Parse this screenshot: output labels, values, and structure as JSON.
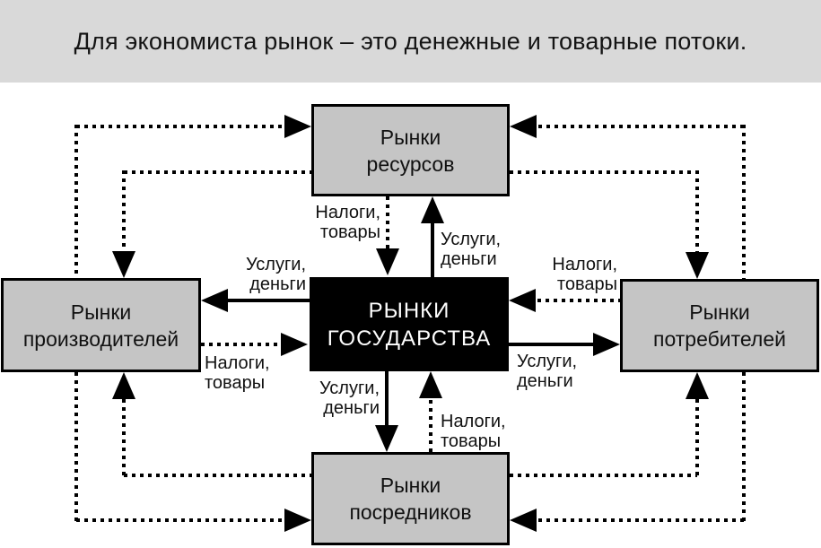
{
  "title": "Для экономиста рынок – это денежные и товарные потоки.",
  "nodes": {
    "center": {
      "line1": "РЫНКИ",
      "line2": "ГОСУДАРСТВА"
    },
    "top": {
      "line1": "Рынки",
      "line2": "ресурсов"
    },
    "left": {
      "line1": "Рынки",
      "line2": "производителей"
    },
    "right": {
      "line1": "Рынки",
      "line2": "потребителей"
    },
    "bottom": {
      "line1": "Рынки",
      "line2": "посредников"
    }
  },
  "flow_labels": {
    "services": {
      "line1": "Услуги,",
      "line2": "деньги"
    },
    "taxes": {
      "line1": "Налоги,",
      "line2": "товары"
    }
  },
  "edges": [
    {
      "from": "center",
      "to": "top",
      "style": "solid",
      "label": "Услуги, деньги"
    },
    {
      "from": "center",
      "to": "bottom",
      "style": "solid",
      "label": "Услуги, деньги"
    },
    {
      "from": "center",
      "to": "left",
      "style": "solid",
      "label": "Услуги, деньги"
    },
    {
      "from": "center",
      "to": "right",
      "style": "solid",
      "label": "Услуги, деньги"
    },
    {
      "from": "top",
      "to": "center",
      "style": "dotted",
      "label": "Налоги, товары"
    },
    {
      "from": "bottom",
      "to": "center",
      "style": "dotted",
      "label": "Налоги, товары"
    },
    {
      "from": "left",
      "to": "center",
      "style": "dotted",
      "label": "Налоги, товары"
    },
    {
      "from": "right",
      "to": "center",
      "style": "dotted",
      "label": "Налоги, товары"
    },
    {
      "from": "left",
      "to": "top",
      "style": "dotted",
      "label": null
    },
    {
      "from": "top",
      "to": "left",
      "style": "dotted",
      "label": null
    },
    {
      "from": "right",
      "to": "top",
      "style": "dotted",
      "label": null
    },
    {
      "from": "top",
      "to": "right",
      "style": "dotted",
      "label": null
    },
    {
      "from": "left",
      "to": "bottom",
      "style": "dotted",
      "label": null
    },
    {
      "from": "bottom",
      "to": "left",
      "style": "dotted",
      "label": null
    },
    {
      "from": "right",
      "to": "bottom",
      "style": "dotted",
      "label": null
    },
    {
      "from": "bottom",
      "to": "right",
      "style": "dotted",
      "label": null
    }
  ],
  "colors": {
    "title_bar_bg": "#d9d9d9",
    "node_fill": "#c5c5c5",
    "node_border": "#000000",
    "center_fill": "#000000",
    "center_text": "#ffffff",
    "line_color": "#000000",
    "page_bg": "#ffffff"
  }
}
